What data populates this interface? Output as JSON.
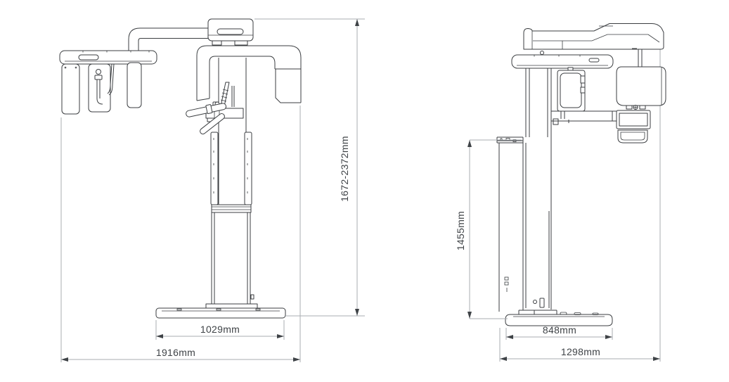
{
  "colors": {
    "bg": "#ffffff",
    "line": "#3b3e41",
    "dim": "#a8adb2",
    "text": "#3f4347"
  },
  "diagram": {
    "subject": "dental panoramic x-ray unit technical drawing",
    "views": {
      "front": {
        "dims": {
          "height_range": "1672-2372mm",
          "base_width": "1029mm",
          "total_width": "1916mm"
        }
      },
      "side": {
        "dims": {
          "lift_height": "1455mm",
          "base_depth": "848mm",
          "total_depth": "1298mm"
        }
      }
    }
  }
}
